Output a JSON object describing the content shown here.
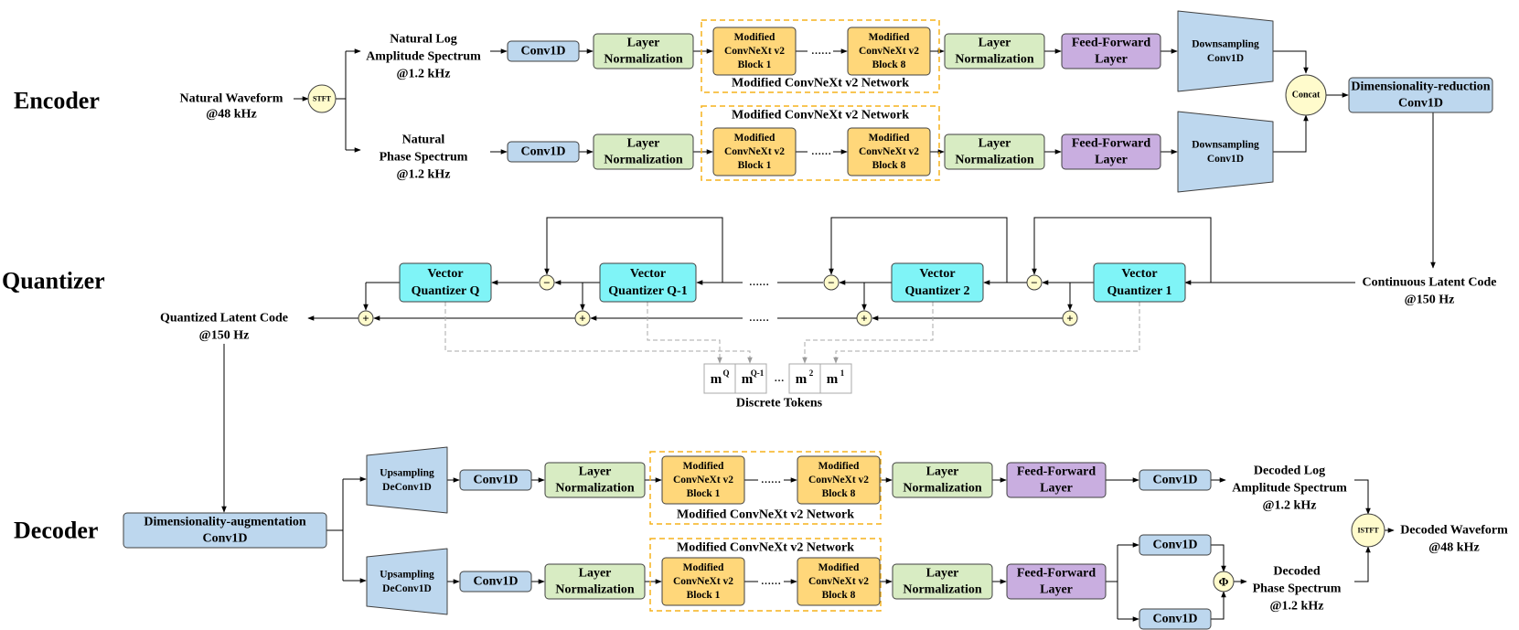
{
  "sections": {
    "encoder": "Encoder",
    "quantizer": "Quantizer",
    "decoder": "Decoder"
  },
  "colors": {
    "conv_blue": "#bdd7ee",
    "norm_green": "#d8ecc3",
    "block_orange": "#ffd77a",
    "ffl_purple": "#c9aee0",
    "vq_cyan": "#7ff4f7",
    "op_yellow": "#fffbcc",
    "dashed_orange": "#f5b21c",
    "token_gray": "#9a9a9a"
  },
  "encoder": {
    "input_line1": "Natural Waveform",
    "input_line2": "@48 kHz",
    "stft": "STFT",
    "amp_line1": "Natural Log",
    "amp_line2": "Amplitude Spectrum",
    "amp_line3": "@1.2 kHz",
    "phase_line1": "Natural",
    "phase_line2": "Phase  Spectrum",
    "phase_line3": "@1.2 kHz",
    "conv1d": "Conv1D",
    "layer_norm_1": "Layer",
    "layer_norm_2": "Normalization",
    "block1_1": "Modified",
    "block1_2": "ConvNeXt v2",
    "block1_3": "Block 1",
    "block8_1": "Modified",
    "block8_2": "ConvNeXt v2",
    "block8_3": "Block 8",
    "dots": "……",
    "network_label": "Modified ConvNeXt v2 Network",
    "ffl_1": "Feed-Forward",
    "ffl_2": "Layer",
    "down_1": "Downsampling",
    "down_2": "Conv1D",
    "concat": "Concat",
    "dimred_1": "Dimensionality-reduction",
    "dimred_2": "Conv1D"
  },
  "quantizer": {
    "vq_1a": "Vector",
    "vq_1b": "Quantizer 1",
    "vq_2a": "Vector",
    "vq_2b": "Quantizer 2",
    "vq_q1a": "Vector",
    "vq_q1b": "Quantizer Q-1",
    "vq_qa": "Vector",
    "vq_qb": "Quantizer Q",
    "minus": "−",
    "plus": "+",
    "dots": "……",
    "continuous_1": "Continuous Latent Code",
    "continuous_2": "@150 Hz",
    "quantized_1": "Quantized Latent Code",
    "quantized_2": "@150 Hz",
    "tok_q": "m",
    "tok_q_sup": "Q",
    "tok_q1": "m",
    "tok_q1_sup": "Q-1",
    "tok_2": "m",
    "tok_2_sup": "2",
    "tok_1": "m",
    "tok_1_sup": "1",
    "tok_dots": "…",
    "tokens_label": "Discrete Tokens"
  },
  "decoder": {
    "dimaug_1": "Dimensionality-augmentation",
    "dimaug_2": "Conv1D",
    "up_1": "Upsampling",
    "up_2": "DeConv1D",
    "conv1d": "Conv1D",
    "layer_norm_1": "Layer",
    "layer_norm_2": "Normalization",
    "block1_1": "Modified",
    "block1_2": "ConvNeXt v2",
    "block1_3": "Block 1",
    "block8_1": "Modified",
    "block8_2": "ConvNeXt v2",
    "block8_3": "Block 8",
    "dots": "……",
    "network_label": "Modified ConvNeXt v2 Network",
    "ffl_1": "Feed-Forward",
    "ffl_2": "Layer",
    "phi": "Φ",
    "istft": "ISTFT",
    "amp_out_1": "Decoded Log",
    "amp_out_2": "Amplitude Spectrum",
    "amp_out_3": "@1.2 kHz",
    "phase_out_1": "Decoded",
    "phase_out_2": "Phase Spectrum",
    "phase_out_3": "@1.2 kHz",
    "wave_out_1": "Decoded Waveform",
    "wave_out_2": "@48 kHz"
  }
}
